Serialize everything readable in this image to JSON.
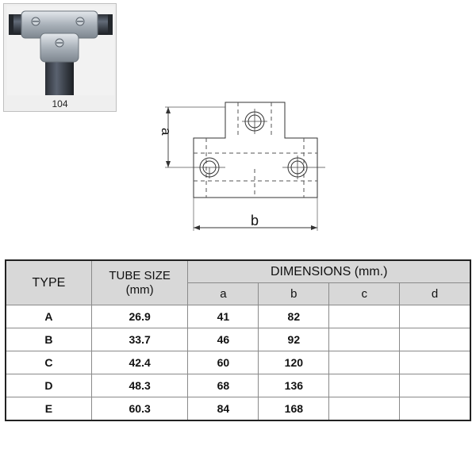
{
  "product": {
    "code": "104"
  },
  "drawing": {
    "label_a": "a",
    "label_b": "b"
  },
  "table": {
    "header_type": "TYPE",
    "header_tube_line1": "TUBE SIZE",
    "header_tube_line2": "(mm)",
    "header_dimensions": "DIMENSIONS (mm.)",
    "sub_headers": [
      "a",
      "b",
      "c",
      "d"
    ],
    "rows": [
      {
        "type": "A",
        "tube": "26.9",
        "a": "41",
        "b": "82",
        "c": "",
        "d": ""
      },
      {
        "type": "B",
        "tube": "33.7",
        "a": "46",
        "b": "92",
        "c": "",
        "d": ""
      },
      {
        "type": "C",
        "tube": "42.4",
        "a": "60",
        "b": "120",
        "c": "",
        "d": ""
      },
      {
        "type": "D",
        "tube": "48.3",
        "a": "68",
        "b": "136",
        "c": "",
        "d": ""
      },
      {
        "type": "E",
        "tube": "60.3",
        "a": "84",
        "b": "168",
        "c": "",
        "d": ""
      }
    ]
  }
}
